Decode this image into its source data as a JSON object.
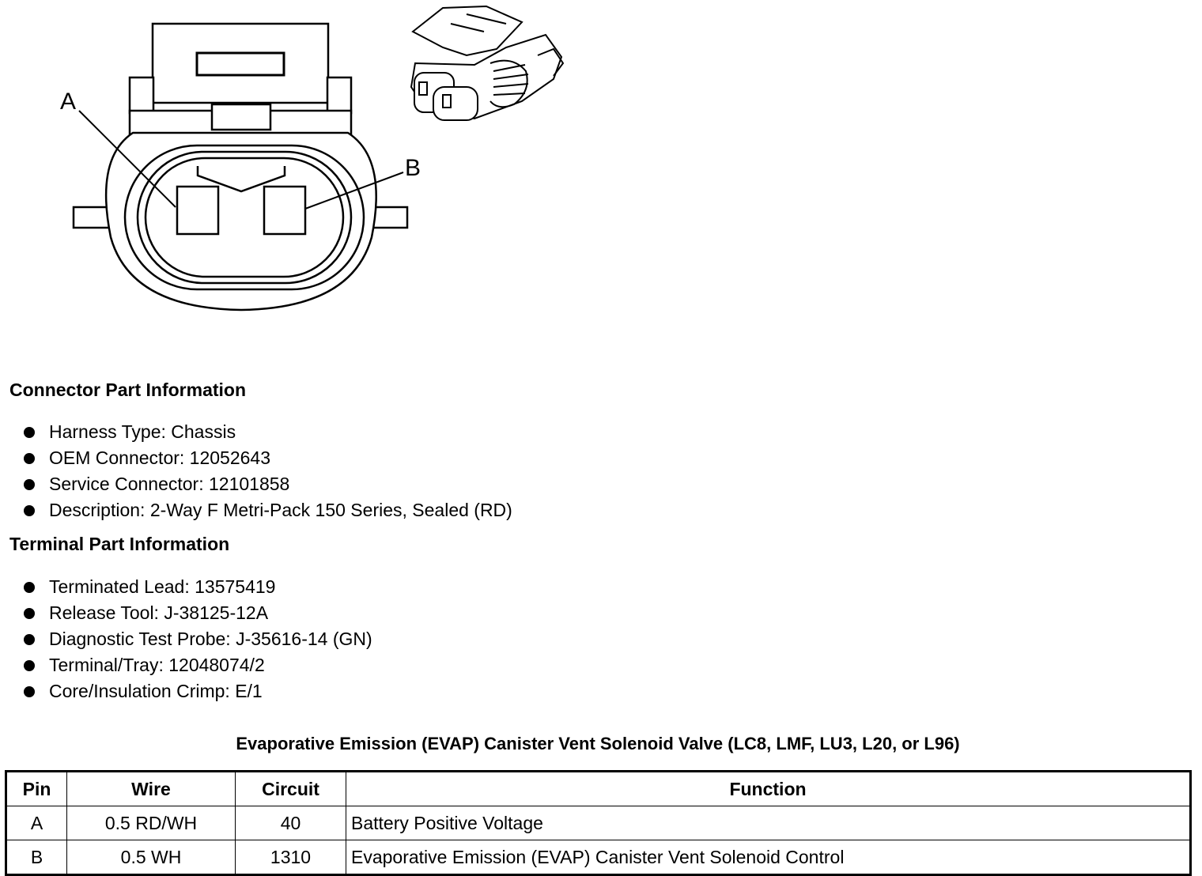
{
  "diagram": {
    "label_a": "A",
    "label_b": "B"
  },
  "connector_info": {
    "title": "Connector Part Information",
    "items": [
      "Harness Type: Chassis",
      "OEM Connector: 12052643",
      "Service Connector: 12101858",
      "Description: 2-Way F Metri-Pack 150 Series, Sealed (RD)"
    ]
  },
  "terminal_info": {
    "title": "Terminal Part Information",
    "items": [
      "Terminated Lead: 13575419",
      "Release Tool: J-38125-12A",
      "Diagnostic Test Probe: J-35616-14 (GN)",
      "Terminal/Tray: 12048074/2",
      "Core/Insulation Crimp: E/1"
    ]
  },
  "pin_table": {
    "title": "Evaporative Emission (EVAP) Canister Vent Solenoid Valve (LC8, LMF, LU3, L20, or L96)",
    "headers": [
      "Pin",
      "Wire",
      "Circuit",
      "Function"
    ],
    "rows": [
      [
        "A",
        "0.5 RD/WH",
        "40",
        "Battery Positive Voltage"
      ],
      [
        "B",
        "0.5 WH",
        "1310",
        "Evaporative Emission (EVAP) Canister Vent Solenoid Control"
      ]
    ]
  }
}
